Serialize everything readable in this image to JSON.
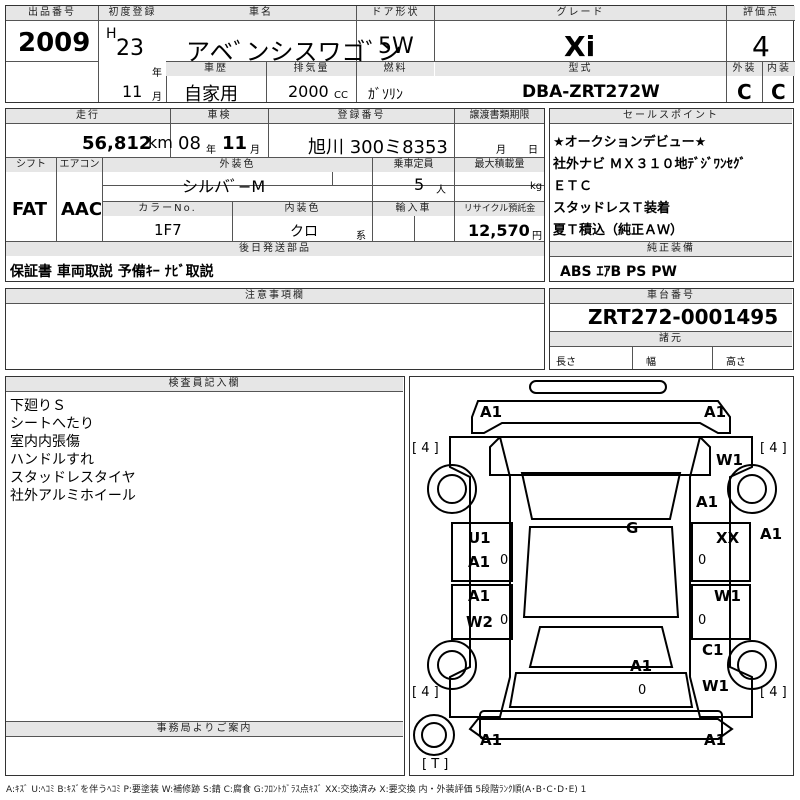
{
  "header_labels": {
    "lot_no": "出品番号",
    "first_reg": "初度登録",
    "car_name": "車名",
    "door": "ドア形状",
    "grade": "グレード",
    "score": "評価点",
    "history": "車歴",
    "displacement": "排気量",
    "fuel": "燃料",
    "model": "型式",
    "exterior": "外装",
    "interior": "内装",
    "year_unit": "年",
    "month_unit": "月",
    "cc_unit": "CC"
  },
  "lot_no": "2009",
  "first_reg": {
    "era": "H",
    "year": "23",
    "month": "11"
  },
  "car_name": "アベﾞンシスワゴﾞン",
  "door": "5W",
  "grade": "Xi",
  "score": "4",
  "history": "自家用",
  "displacement": "2000",
  "fuel": "ｶﾞｿﾘﾝ",
  "model": "DBA-ZRT272W",
  "exterior_grade": "C",
  "interior_grade": "C",
  "row2_labels": {
    "mileage": "走行",
    "inspection": "車検",
    "reg_no": "登録番号",
    "transfer": "譲渡書類期限",
    "sales_point": "セールスポイント",
    "shift": "シフト",
    "aircon": "エアコン",
    "color": "外装色",
    "capacity": "乗車定員",
    "max_load": "最大積載量",
    "color_no": "カラーNo.",
    "interior_color": "内装色",
    "import": "輸入車",
    "recycle": "リサイクル預託金",
    "later_parts": "後日発送部品",
    "genuine": "純正装備",
    "caution": "注意事項欄",
    "chassis": "車台番号",
    "specs": "諸元",
    "inspector": "検査員記入欄",
    "office": "事務局よりご案内",
    "km_unit": "km",
    "year_unit": "年",
    "month_unit": "月",
    "day_unit": "日",
    "person_unit": "人",
    "kg_unit": "kg",
    "yen_unit": "円",
    "kei_unit": "系",
    "length": "長さ",
    "width": "幅",
    "height": "高さ"
  },
  "mileage": "56,812",
  "inspection": {
    "year": "08",
    "month": "11"
  },
  "reg_no": "旭川 300ミ8353",
  "shift": "FAT",
  "aircon": "AAC",
  "color": "シルバﾞ−M",
  "capacity": "5",
  "color_no": "1F7",
  "interior_color": "クロ",
  "recycle": "12,570",
  "later_parts": "保証書 車両取説 予備ｷｰ ﾅﾋﾞ取説",
  "sales_points": [
    "★オークションデビュー★",
    "社外ナビ ＭＸ３１０地ﾃﾞｼﾞﾜﾝｾｸﾞ",
    "ＥＴＣ",
    "スタッドレスＴ装着",
    "夏Ｔ積込（純正ＡＷ）"
  ],
  "genuine_equipment": "ABS ｴｱB PS PW",
  "chassis_no": "ZRT272-0001495",
  "inspector_notes": [
    "下廻りＳ",
    "シートへたり",
    "室内内張傷",
    "ハンドルすれ",
    "スタッドレスタイヤ",
    "社外アルミホイール"
  ],
  "diagram_marks": {
    "front_left": "A1",
    "front_right": "A1",
    "tire_fl": "[ 4 ]",
    "tire_fr": "[ 4 ]",
    "tire_rl": "[ 4 ]",
    "tire_rr": "[ 4 ]",
    "spare": "[ T ]",
    "w1_a": "W1",
    "a1_hood": "A1",
    "g_glass": "G",
    "u1": "U1",
    "a1_ldoor": "A1",
    "xx": "XX",
    "a1_rfender": "A1",
    "a1_lrear": "A1",
    "w2": "W2",
    "w1_b": "W1",
    "c1": "C1",
    "a1_roof": "A1",
    "w1_c": "W1",
    "rear_left": "A1",
    "rear_right": "A1",
    "zero_a": "0",
    "zero_b": "0",
    "zero_c": "0",
    "zero_d": "0",
    "zero_e": "0"
  },
  "legend": "A:ｷｽﾞ U:ﾍｺﾐ B:ｷｽﾞを伴うﾍｺﾐ P:要塗装 W:補修跡 S:錆 C:腐食 G:ﾌﾛﾝﾄｶﾞﾗｽ点ｷｽﾞ XX:交換済み X:要交換 内・外装評価 5段階ﾗﾝｸ順(A･B･C･D･E) 1"
}
